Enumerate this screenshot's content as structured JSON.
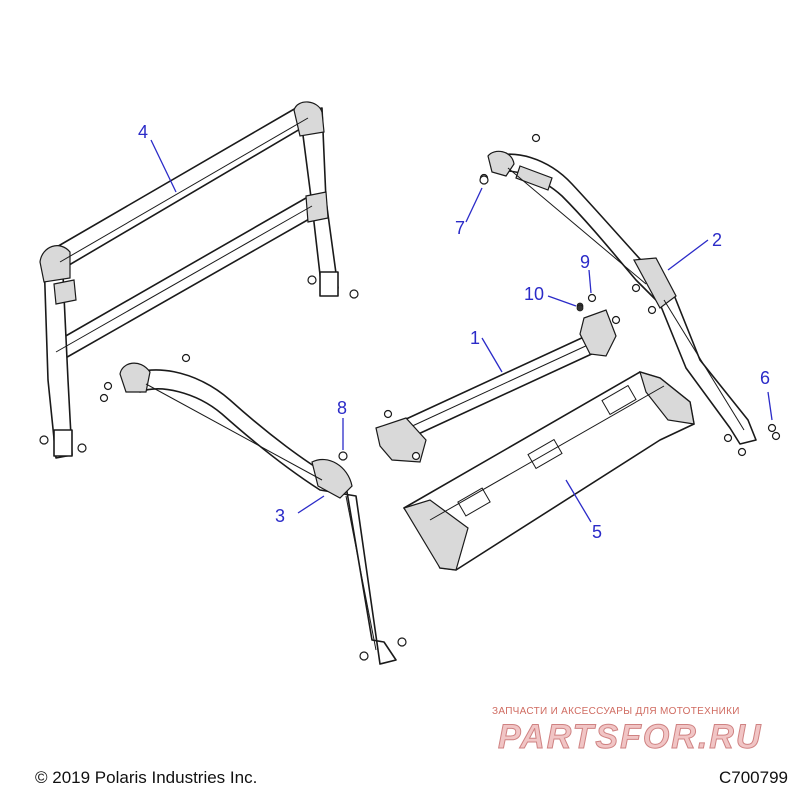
{
  "callouts": {
    "c1": "1",
    "c2": "2",
    "c3": "3",
    "c4": "4",
    "c5": "5",
    "c6": "6",
    "c7": "7",
    "c8": "8",
    "c9": "9",
    "c10": "10"
  },
  "footer": {
    "copyright": "© 2019 Polaris Industries Inc.",
    "drawing_id": "C700799"
  },
  "watermark": {
    "tagline": "ЗАПЧАСТИ И АКСЕССУАРЫ ДЛЯ МОТОТЕХНИКИ",
    "logo": "PARTSFOR.RU"
  },
  "colors": {
    "callout": "#2b2bc8",
    "outline": "#1a1a1a",
    "watermark": "#c0392b"
  }
}
